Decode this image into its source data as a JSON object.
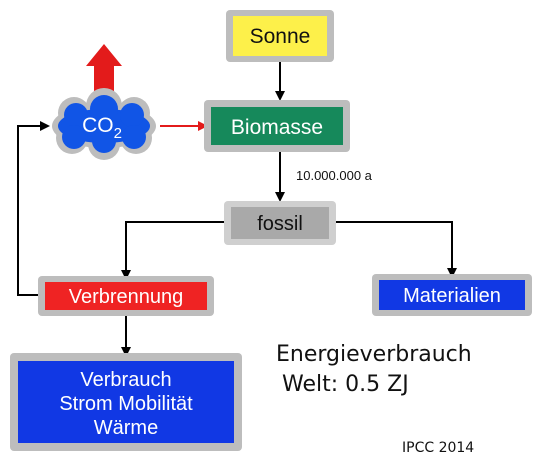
{
  "nodes": {
    "sonne": {
      "label": "Sonne",
      "fill": "#fdf04a"
    },
    "biomasse": {
      "label": "Biomasse",
      "fill": "#16895b"
    },
    "fossil": {
      "label": "fossil",
      "fill": "#a9a9a9"
    },
    "verbrennung": {
      "label": "Verbrennung",
      "fill": "#ef2323"
    },
    "materialien": {
      "label": "Materialien",
      "fill": "#1138e4"
    },
    "verbrauch": {
      "lines": [
        "Verbrauch",
        "Strom Mobilität",
        "Wärme"
      ],
      "fill": "#1138e4"
    },
    "co2": {
      "label": "CO",
      "subscript": "2",
      "fill": "#1155e6"
    }
  },
  "edge_label": "10.000.000 a",
  "energy": {
    "line1": "Energieverbrauch",
    "line2": "Welt: 0.5 ZJ"
  },
  "source": "IPCC 2014",
  "colors": {
    "arrow": "#000000",
    "co2_arrow": "#e31b1b",
    "box_border": "#bdbdbd"
  }
}
